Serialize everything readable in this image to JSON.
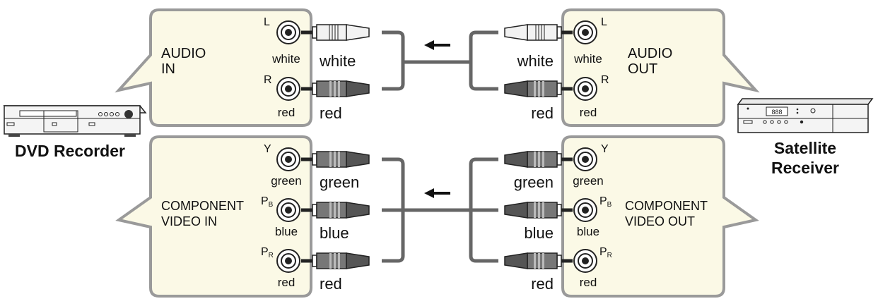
{
  "devices": {
    "left_name": "DVD Recorder",
    "right_name_line1": "Satellite",
    "right_name_line2": "Receiver"
  },
  "audio_in": {
    "title_line1": "AUDIO",
    "title_line2": "IN",
    "jack_l": "L",
    "jack_r": "R",
    "color_white": "white",
    "color_red": "red"
  },
  "audio_out": {
    "title_line1": "AUDIO",
    "title_line2": "OUT",
    "jack_l": "L",
    "jack_r": "R",
    "color_white": "white",
    "color_red": "red"
  },
  "component_in": {
    "title_line1": "COMPONENT",
    "title_line2": "VIDEO IN",
    "jack_y": "Y",
    "jack_pb_main": "P",
    "jack_pb_sub": "B",
    "jack_pr_main": "P",
    "jack_pr_sub": "R",
    "color_green": "green",
    "color_blue": "blue",
    "color_red": "red"
  },
  "component_out": {
    "title_line1": "COMPONENT",
    "title_line2": "VIDEO OUT",
    "jack_y": "Y",
    "jack_pb_main": "P",
    "jack_pb_sub": "B",
    "jack_pr_main": "P",
    "jack_pr_sub": "R",
    "color_green": "green",
    "color_blue": "blue",
    "color_red": "red"
  },
  "cable_labels": {
    "audio_left_white": "white",
    "audio_left_red": "red",
    "audio_right_white": "white",
    "audio_right_red": "red",
    "video_left_green": "green",
    "video_left_blue": "blue",
    "video_left_red": "red",
    "video_right_green": "green",
    "video_right_blue": "blue",
    "video_right_red": "red"
  },
  "dvr_display": "888",
  "colors": {
    "panel_fill": "#fbf9e6",
    "panel_stroke": "#9a9a9a",
    "cable": "#666666",
    "plug_white": "#f2f2f2",
    "plug_dark": "#555555"
  }
}
